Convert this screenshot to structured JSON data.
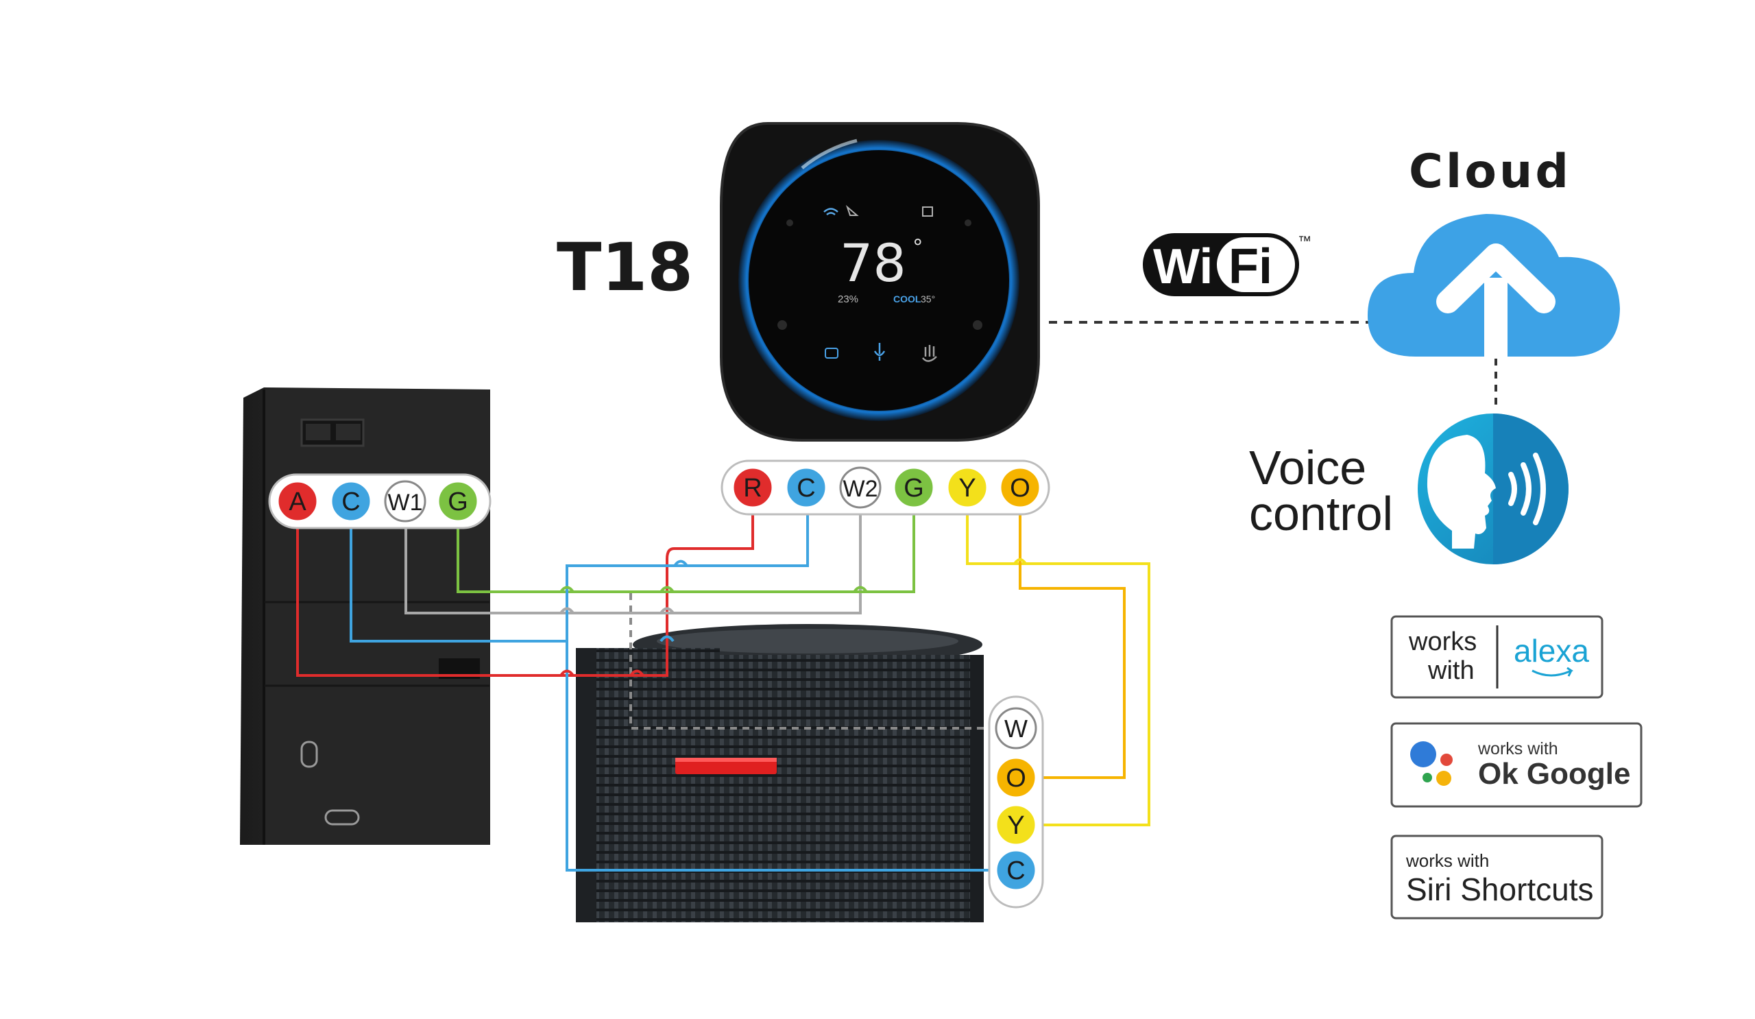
{
  "title": "T18",
  "thermostat": {
    "temperature": "78",
    "degree": "°",
    "humidity": "23%",
    "mode": "COOL",
    "setpoint": "35°"
  },
  "wifi": {
    "logo_text_1": "Wi",
    "logo_text_2": "Fi",
    "tm": "™"
  },
  "cloud": {
    "label": "Cloud"
  },
  "voice": {
    "line1": "Voice",
    "line2": "control"
  },
  "badges": {
    "alexa": {
      "works": "works",
      "with": "with",
      "brand": "alexa"
    },
    "google": {
      "works_with": "works with",
      "brand": "Ok Google"
    },
    "siri": {
      "works_with": "works with",
      "brand": "Siri Shortcuts"
    }
  },
  "air_handler_terminals": [
    "A",
    "C",
    "W1",
    "G"
  ],
  "thermostat_terminals": [
    "R",
    "C",
    "W2",
    "G",
    "Y",
    "O"
  ],
  "outdoor_unit_terminals": [
    "W",
    "O",
    "Y",
    "C"
  ],
  "colors": {
    "red": "#e02c2c",
    "blue": "#3fa4e0",
    "white": "#ffffff",
    "green": "#7cc242",
    "yellow": "#f3e01b",
    "orange": "#f6b400",
    "wire_gray": "#a8a8a8",
    "cloud": "#3da2e6",
    "voice": "#1d8fc9"
  }
}
